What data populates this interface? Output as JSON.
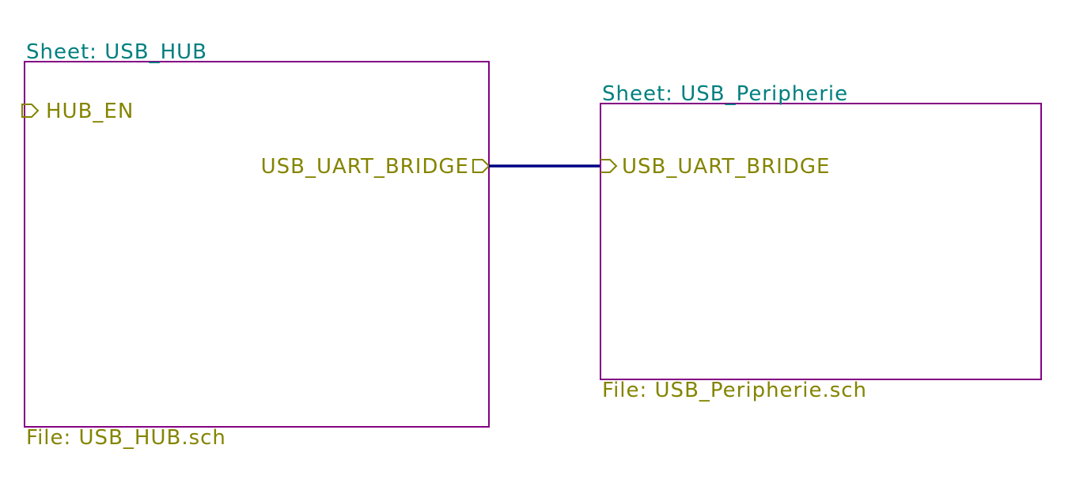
{
  "colors": {
    "background": "#ffffff",
    "sheet_border": "#840084",
    "sheet_name_text": "#007f7f",
    "file_name_text": "#848400",
    "pin_text": "#848400",
    "wire": "#000084"
  },
  "sheets": [
    {
      "sheet_label": "Sheet: USB_HUB",
      "file_label": "File: USB_HUB.sch",
      "pins": [
        {
          "name": "HUB_EN",
          "side": "left",
          "shape": "input"
        },
        {
          "name": "USB_UART_BRIDGE",
          "side": "right",
          "shape": "input"
        }
      ]
    },
    {
      "sheet_label": "Sheet: USB_Peripherie",
      "file_label": "File: USB_Peripherie.sch",
      "pins": [
        {
          "name": "USB_UART_BRIDGE",
          "side": "left",
          "shape": "input"
        }
      ]
    }
  ],
  "wires": [
    {
      "from": "USB_HUB.USB_UART_BRIDGE",
      "to": "USB_Peripherie.USB_UART_BRIDGE"
    }
  ]
}
